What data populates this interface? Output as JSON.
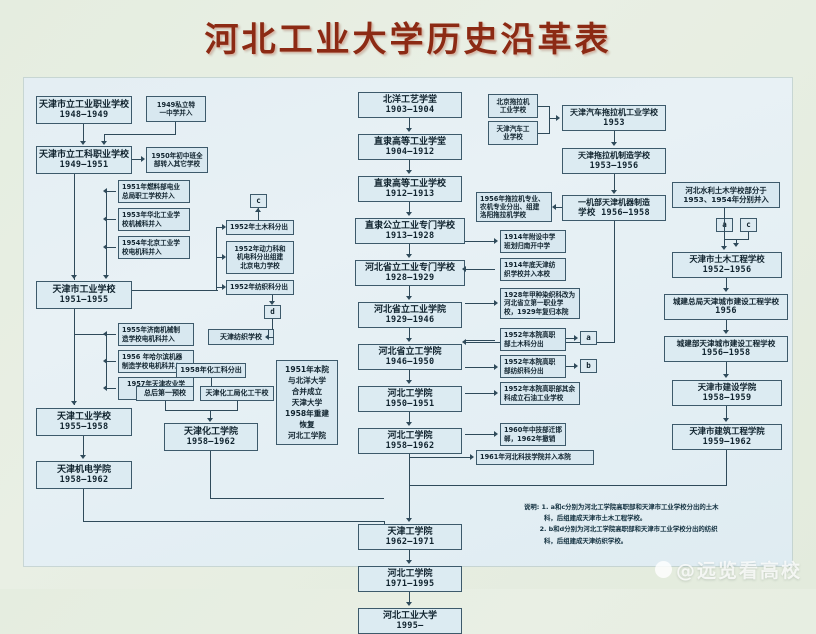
{
  "title": "河北工业大学历史沿革表",
  "watermark": "@远览看高校",
  "legend": "说明: 1. a和c分别为河北工学院高职部和天津市工业学校分出的土木\n         科，后组建成天津市土木工程学校。\n       2. b和d分别为河北工学院高职部和天津市工业学校分出的纺织\n         科，后组建成天津纺织学校。",
  "colors": {
    "title": "#8c2a14",
    "box_border": "#3d5a6b",
    "box_fill": "#dceaf1",
    "page_bg": "#e5ede0",
    "canvas_bg": "#e4eef3"
  },
  "left_column": {
    "n1": {
      "name": "天津市立工业职业学校",
      "years": "1948—1949"
    },
    "n2": {
      "name": "天津市立工科职业学校",
      "years": "1949—1951"
    },
    "n3": {
      "name": "天津市工业学校",
      "years": "1951—1955"
    },
    "n4": {
      "name": "天津工业学校",
      "years": "1955—1958"
    },
    "n5": {
      "name": "天津机电学院",
      "years": "1958—1962"
    },
    "notes": {
      "a1": "1949私立特\n一中学并入",
      "a2": "1950年初中班全\n部转入其它学校",
      "a3": "1951年燃料部电业\n总局职工学校并入",
      "a4": "1953年华北工业学\n校机械科并入",
      "a5": "1954年北京工业学\n校电机科并入",
      "a6": "1955年济南机械制\n造学校电机科并入",
      "a7": "1956 年哈尔滨机器\n制造学校电机科并入",
      "a8": "1957年天津农业学\n校并入"
    }
  },
  "mid_left": {
    "tag_c": "c",
    "tag_d": "d",
    "n_split1": "1952年土木科分出",
    "n_split2": "1952年动力科和\n机电科分出组建\n北京电力学校",
    "n_split3": "1952年纺织科分出",
    "textile_school": "天津纺织学校",
    "chem_split": "1958年化工科分出",
    "prep_school": "总后第一预校",
    "chem_cadre": "天津化工局化工干校",
    "chem_college": {
      "name": "天津化工学院",
      "years": "1958—1962"
    },
    "tianda_note": "1951年本院\n与北洋大学\n合并成立\n天津大学\n1958年重建\n恢复\n河北工学院"
  },
  "center_column": [
    {
      "name": "北洋工艺学堂",
      "years": "1903—1904"
    },
    {
      "name": "直隶高等工业学堂",
      "years": "1904—1912"
    },
    {
      "name": "直隶高等工业学校",
      "years": "1912—1913"
    },
    {
      "name": "直隶公立工业专门学校",
      "years": "1913—1928"
    },
    {
      "name": "河北省立工业专门学校",
      "years": "1928—1929"
    },
    {
      "name": "河北省立工业学院",
      "years": "1929—1946"
    },
    {
      "name": "河北省立工学院",
      "years": "1946—1950"
    },
    {
      "name": "河北工学院",
      "years": "1950—1951"
    },
    {
      "name": "河北工学院",
      "years": "1958—1962"
    },
    {
      "name": "天津工学院",
      "years": "1962—1971"
    },
    {
      "name": "河北工学院",
      "years": "1971—1995"
    },
    {
      "name": "河北工业大学",
      "years": "1995—"
    }
  ],
  "right_branch": {
    "beijing_tractor": "北京拖拉机\n工业学校",
    "tianjin_auto": "天津汽车工\n业学校",
    "n1": {
      "name": "天津汽车拖拉机工业学校",
      "years": "1953"
    },
    "n2": {
      "name": "天津拖拉机制造学校",
      "years": "1953—1956"
    },
    "n3": {
      "name": "一机部天津机器制造",
      "years": "学校 1956—1958"
    },
    "note_luoyang": "1956年拖拉机专业、\n农机专业分出、组建\n洛阳拖拉机学校",
    "note_1914a": "1914年附设中学\n班划归南开中学",
    "note_1914b": "1914年底天津纺\n织学校并入本校",
    "note_1928": "1928年甲种染织科改为\n河北省立第一职业学\n校，1929年复归本院",
    "note_1952a": "1952年本院高职\n部土木科分出",
    "note_1952b": "1952年本院高职\n部纺织科分出",
    "note_1952c": "1952年本院高职部其余\n科成立石油工业学校",
    "note_1960": "1960年中技部迁邯\n郸，1962年撤销",
    "note_1961": "1961年河北科技学院并入本院",
    "tag_a": "a",
    "tag_b": "b"
  },
  "far_right": {
    "water_note": "河北水利土木学校部分于\n1953、1954年分别并入",
    "tag_a": "a",
    "tag_c": "c",
    "n1": {
      "name": "天津市土木工程学校",
      "years": "1952—1956"
    },
    "n2": {
      "name": "城建总局天津城市建设工程学校",
      "years": "1956"
    },
    "n3": {
      "name": "城建部天津城市建设工程学校",
      "years": "1956—1958"
    },
    "n4": {
      "name": "天津市建设学院",
      "years": "1958—1959"
    },
    "n5": {
      "name": "天津市建筑工程学院",
      "years": "1959—1962"
    }
  }
}
